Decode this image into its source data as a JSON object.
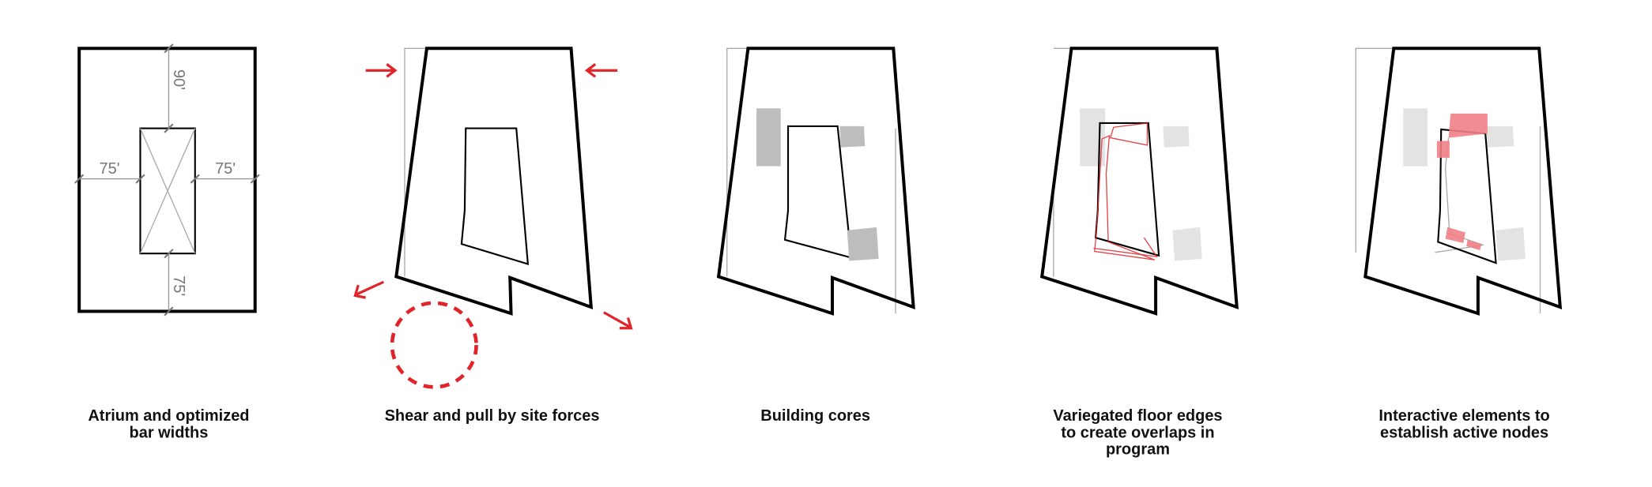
{
  "dimensions": {
    "top": "90'",
    "left": "75'",
    "right": "75'",
    "bottom": "75'"
  },
  "colors": {
    "accent": "#e0242a",
    "core": "#bdbdbd",
    "core_faded": "#e3e3e3",
    "node": "#ef7f86"
  },
  "panels": [
    {
      "caption": [
        "Atrium and optimized",
        "bar widths"
      ]
    },
    {
      "caption": [
        "Shear and pull by site forces"
      ]
    },
    {
      "caption": [
        "Building cores"
      ]
    },
    {
      "caption": [
        "Variegated floor edges",
        "to create overlaps in",
        "program"
      ]
    },
    {
      "caption": [
        "Interactive elements to",
        "establish active nodes"
      ]
    }
  ]
}
